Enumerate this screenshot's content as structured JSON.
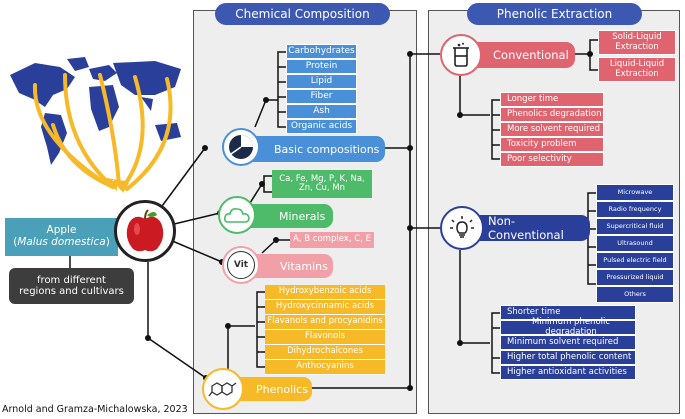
{
  "chemical": {
    "title": "Chemical Composition",
    "basic": {
      "label": "Basic compositions",
      "items": [
        "Carbohydrates",
        "Protein",
        "Lipid",
        "Fiber",
        "Ash",
        "Organic acids"
      ]
    },
    "minerals": {
      "label": "Minerals",
      "items": [
        "Ca, Fe, Mg, P, K, Na,",
        "Zn, Cu, Mn"
      ]
    },
    "vitamins": {
      "label": "Vitamins",
      "icon_text": "Vit",
      "items": "A, B complex, C, E"
    },
    "phenolics": {
      "label": "Phenolics",
      "items": [
        "Hydroxybenzoic acids",
        "Hydroxycinnamic acids",
        "Flavanols and procyanidins",
        "Flavonols",
        "Dihydrochalcones",
        "Anthocyanins"
      ]
    }
  },
  "extraction": {
    "title": "Phenolic Extraction",
    "conventional": {
      "label": "Conventional",
      "methods": [
        [
          "Solid-Liquid",
          "Extraction"
        ],
        [
          "Liquid-Liquid",
          "Extraction"
        ]
      ],
      "cons": [
        "Longer time",
        "Phenolics degradation",
        "More solvent required",
        "Toxicity problem",
        "Poor selectivity"
      ]
    },
    "nonconventional": {
      "label": "Non-Conventional",
      "methods": [
        "Microwave",
        "Radio frequency",
        "Supercritical fluid",
        "Ultrasound",
        "Pulsed electric field",
        "Pressurized liquid",
        "Others"
      ],
      "pros": [
        "Shorter time",
        "Minimum phenolic degradation",
        "Minimum solvent required",
        "Higher total phenolic content",
        "Higher antioxidant activities"
      ]
    }
  },
  "apple": {
    "label": "Apple",
    "latin": "Malus domestica",
    "origin": [
      "from different",
      "regions and cultivars"
    ]
  },
  "credit": "Arnold and Gramza-Michalowska, 2023",
  "colors": {
    "blue": "#4a90d9",
    "green": "#4dbb6a",
    "pink": "#f2a0a8",
    "yellow": "#f6b928",
    "red": "#e06470",
    "navy": "#2a3f9a",
    "tab": "#3c58b0"
  }
}
